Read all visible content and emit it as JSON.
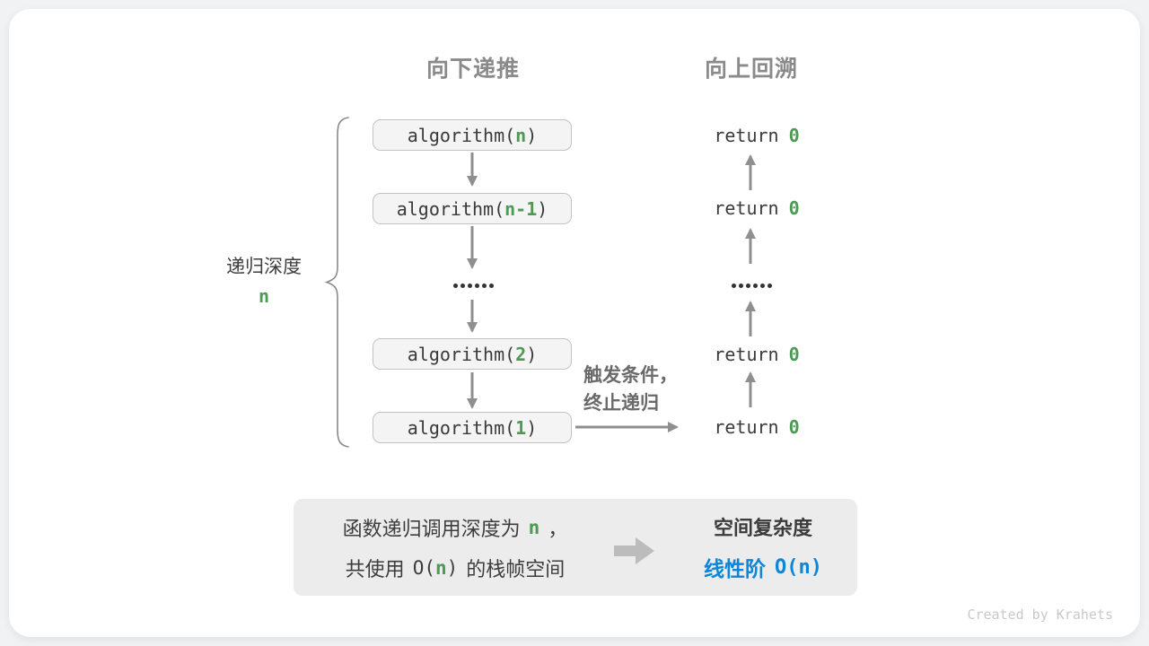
{
  "headers": {
    "recurse_down": "向下递推",
    "backtrack_up": "向上回溯"
  },
  "depth_label": {
    "text": "递归深度",
    "value": "n"
  },
  "call_stack": [
    {
      "prefix": "algorithm(",
      "arg": "n",
      "suffix": ")"
    },
    {
      "prefix": "algorithm(",
      "arg": "n-1",
      "suffix": ")"
    },
    {
      "prefix": "algorithm(",
      "arg": "2",
      "suffix": ")"
    },
    {
      "prefix": "algorithm(",
      "arg": "1",
      "suffix": ")"
    }
  ],
  "ellipsis": "……",
  "returns": [
    {
      "keyword": "return",
      "value": "0"
    },
    {
      "keyword": "return",
      "value": "0"
    },
    {
      "keyword": "return",
      "value": "0"
    },
    {
      "keyword": "return",
      "value": "0"
    }
  ],
  "trigger_note": {
    "line1": "触发条件，",
    "line2": "终止递归"
  },
  "summary": {
    "left": {
      "line1_pre": "函数递归调用深度为",
      "line1_var": "n",
      "line1_post": "，",
      "line2_pre": "共使用",
      "line2_code_open": "O(",
      "line2_var": "n",
      "line2_code_close": ")",
      "line2_post": "的栈帧空间"
    },
    "right": {
      "title": "空间复杂度",
      "result_label": "线性阶",
      "result_code_open": "O(",
      "result_var": "n",
      "result_code_close": ")"
    }
  },
  "watermark": "Created by Krahets",
  "colors": {
    "green": "#4c9b52",
    "blue": "#0c86d8",
    "arrow_gray": "#8f8f8f",
    "box_fill": "#f4f4f4",
    "box_border": "#c2c2c2",
    "summary_fill": "#ececec",
    "header_gray": "#8a8a8a",
    "text_dark": "#3a3a3a",
    "note_gray": "#6a6a6a",
    "watermark_gray": "#c9c9c9"
  }
}
